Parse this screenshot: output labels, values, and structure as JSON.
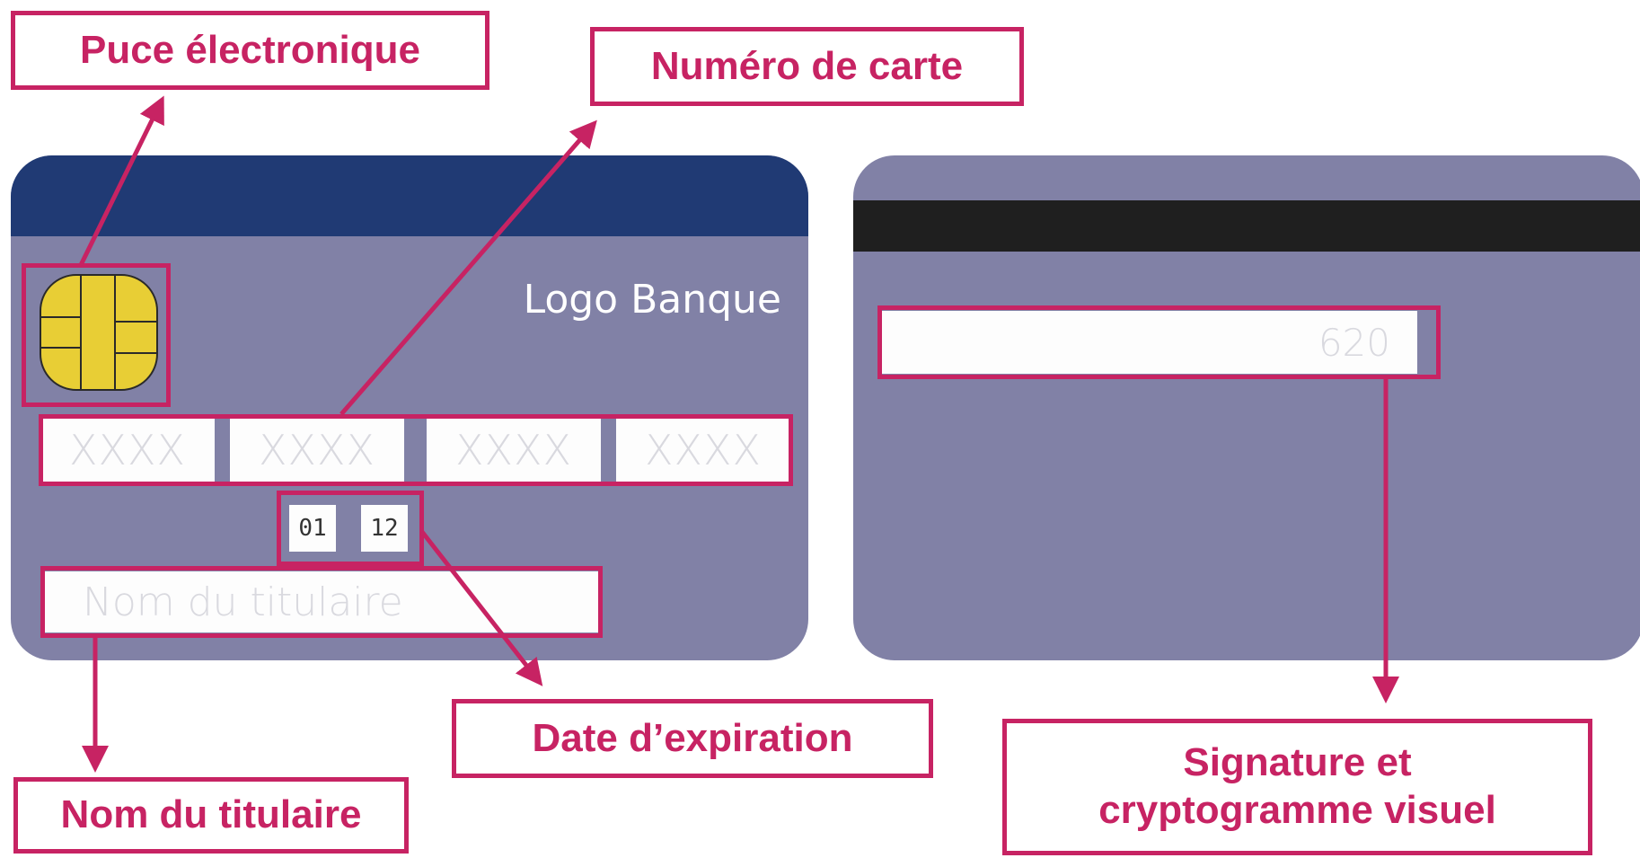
{
  "front": {
    "logo": "Logo Banque",
    "card_number_groups": [
      "XXXX",
      "XXXX",
      "XXXX",
      "XXXX"
    ],
    "expiry_month": "01",
    "expiry_year": "12",
    "holder_placeholder": "Nom du titulaire"
  },
  "back": {
    "cvv": "620"
  },
  "labels": {
    "chip": "Puce électronique",
    "card_number": "Numéro de carte",
    "expiry": "Date d’expiration",
    "holder": "Nom du titulaire",
    "signature_line1": "Signature et",
    "signature_line2": "cryptogramme visuel"
  },
  "colors": {
    "accent": "#c72363",
    "card": "#8181a6",
    "band": "#203a74",
    "magnetic_stripe": "#1f1f1f",
    "chip": "#e8ce35"
  }
}
